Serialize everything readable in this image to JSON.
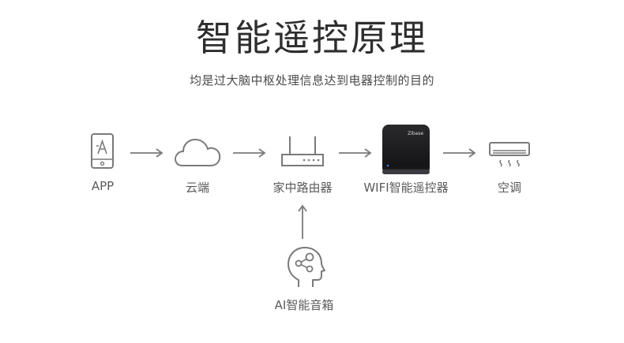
{
  "header": {
    "title": "智能遥控原理",
    "subtitle": "均是过大脑中枢处理信息达到电器控制的目的"
  },
  "nodes": {
    "app": {
      "label": "APP",
      "icon": "smartphone-icon"
    },
    "cloud": {
      "label": "云端",
      "icon": "cloud-icon"
    },
    "router": {
      "label": "家中路由器",
      "icon": "router-icon"
    },
    "remote": {
      "label": "WIFI智能遥控器",
      "icon": "wifi-remote-device-icon",
      "brand_text": "Zibase"
    },
    "ac": {
      "label": "空调",
      "icon": "air-conditioner-icon"
    },
    "speaker": {
      "label": "AI智能音箱",
      "icon": "ai-head-icon"
    }
  },
  "colors": {
    "line": "#7a7a7a",
    "device_body": "#1c1c1e",
    "device_led": "#2f7fff"
  }
}
